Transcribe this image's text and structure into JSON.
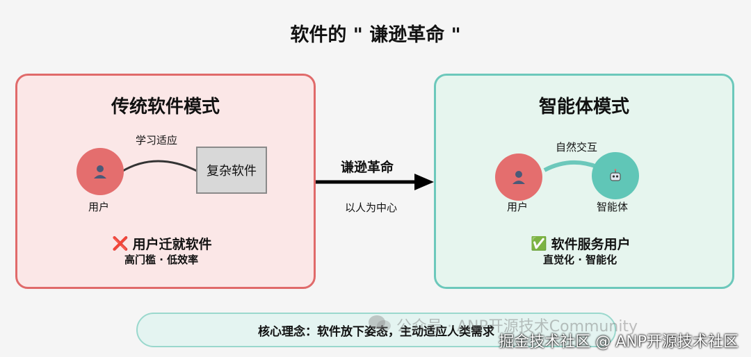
{
  "title": "软件的 \" 谦逊革命 \"",
  "left": {
    "heading": "传统软件模式",
    "edge_label": "学习适应",
    "user_label": "用户",
    "software_box": "复杂软件",
    "status_icon": "❌",
    "status": "用户迁就软件",
    "sub": "高门槛 · 低效率"
  },
  "middle": {
    "label_top": "谦逊革命",
    "label_bottom": "以人为中心"
  },
  "right": {
    "heading": "智能体模式",
    "edge_label": "自然交互",
    "user_label": "用户",
    "agent_label": "智能体",
    "status_icon": "✅",
    "status": "软件服务用户",
    "sub": "直觉化 · 智能化"
  },
  "bottom": "核心理念：软件放下姿态，主动适应人类需求",
  "watermark": "公众号 · ANP开源技术Community",
  "credit": "掘金技术社区 @ ANP开源技术社区",
  "icons": {
    "user": "user-icon",
    "agent": "robot-icon",
    "arrow": "arrow-right-icon",
    "wechat": "wechat-icon"
  },
  "colors": {
    "left_bg": "#fbe7e7",
    "left_border": "#e06a6a",
    "right_bg": "#e6f5ee",
    "right_border": "#6cc8bb",
    "user_circle": "#e46e6e",
    "agent_circle": "#60c6b7"
  }
}
